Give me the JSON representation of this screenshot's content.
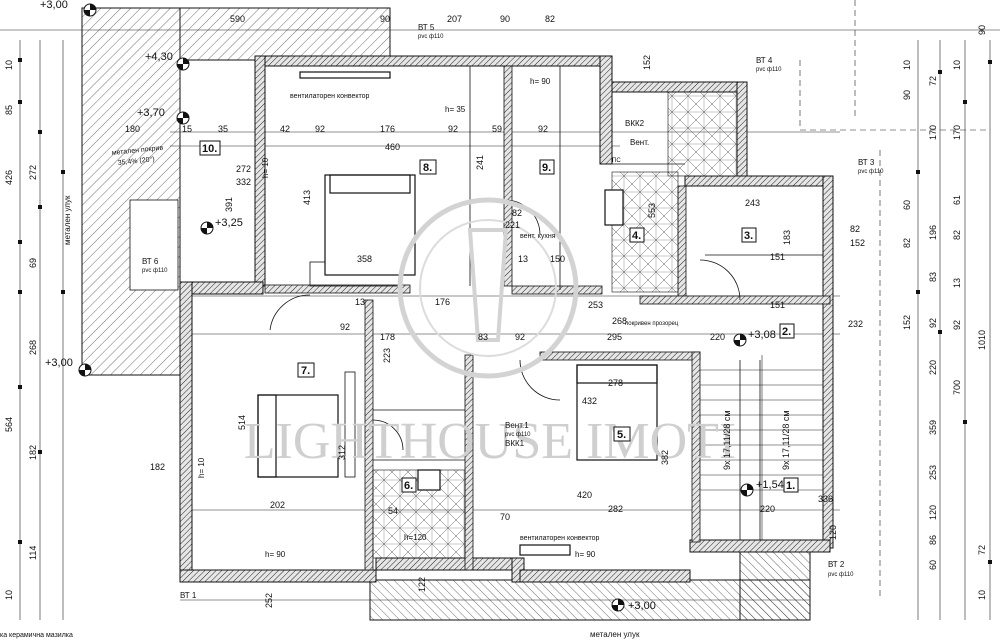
{
  "levels": {
    "l300_top": "+3,00",
    "l430": "+4,30",
    "l370": "+3,70",
    "l325": "+3,25",
    "l300_left": "+3,00",
    "l308": "+3,08",
    "l154": "+1,54",
    "l300_bottom": "+3,00"
  },
  "rooms": [
    "1.",
    "2.",
    "3.",
    "4.",
    "5.",
    "6.",
    "7.",
    "8.",
    "9.",
    "10."
  ],
  "labels": {
    "bt1": "ВТ 1",
    "bt2": "ВТ 2",
    "bt3": "ВТ 3",
    "bt4": "ВТ 4",
    "bt5": "ВТ 5",
    "bt6": "ВТ 6",
    "pipe": "рvc ф110",
    "vkk1": "ВКК1",
    "vkk2": "ВКК2",
    "vent1": "Вент.1",
    "vent_small": "Вент.",
    "vent_kitchen": "вент. кухня",
    "convector_top": "вентилаторен конвектор",
    "convector_bottom": "вентилаторен конвектор",
    "metal_roof": "метален покрив",
    "metal_roof_slope": "35,4% (20°)",
    "metal_gutter_left": "метален улук",
    "metal_gutter_bottom": "метален улук",
    "roof_window": "покривен прозорец",
    "ceramic_tiles": "ка керамична мазилка",
    "h35": "h= 35",
    "h90a": "h= 90",
    "h90b": "h= 90",
    "h90c": "h= 90",
    "h10a": "h= 10",
    "h10b": "h= 10",
    "h120": "h=120",
    "pc": "ПС",
    "stair1": "9х 17,11/28 см",
    "stair2": "9х 17,11/28 см"
  },
  "watermark": {
    "text": "LIGHTHOUSE IMOTI"
  },
  "dims": {
    "top": [
      "590",
      "90",
      "207",
      "90",
      "82",
      "152"
    ],
    "row1": [
      "180",
      "15",
      "35",
      "42",
      "92",
      "176",
      "92",
      "59",
      "92"
    ],
    "row460": "460",
    "row2": [
      "358",
      "13",
      "176",
      "253",
      "151"
    ],
    "row3": [
      "92",
      "178",
      "83",
      "92",
      "295",
      "220"
    ],
    "row4": [
      "202",
      "420",
      "282",
      "220"
    ],
    "interior": [
      "272",
      "332",
      "391",
      "413",
      "241",
      "221",
      "82",
      "150",
      "13",
      "553",
      "243",
      "183",
      "151",
      "82",
      "152",
      "232",
      "268",
      "223",
      "514",
      "312",
      "182",
      "432",
      "382",
      "278",
      "336",
      "120",
      "54",
      "70",
      "122",
      "252"
    ],
    "left": [
      "10",
      "85",
      "426",
      "272",
      "69",
      "268",
      "564",
      "182",
      "114",
      "10"
    ],
    "right_a": [
      "10",
      "90",
      "60",
      "82",
      "152"
    ],
    "right_b": [
      "72",
      "170",
      "196",
      "83",
      "92",
      "220",
      "700",
      "359",
      "253",
      "120",
      "86",
      "60"
    ],
    "right_c": [
      "90",
      "10",
      "170",
      "61",
      "82",
      "13",
      "92",
      "1010",
      "72",
      "10"
    ]
  }
}
